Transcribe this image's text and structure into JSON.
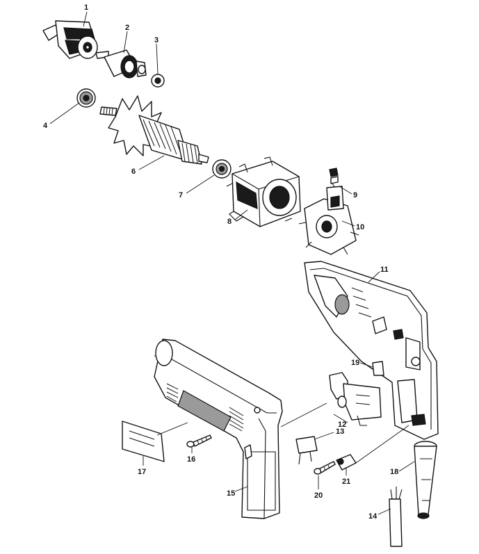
{
  "labels": {
    "p1": "1",
    "p2": "2",
    "p3": "3",
    "p4": "4",
    "p6": "6",
    "p7": "7",
    "p8": "8",
    "p9": "9",
    "p10": "10",
    "p11": "11",
    "p12": "12",
    "p13": "13",
    "p14": "14",
    "p15": "15",
    "p16": "16",
    "p17": "17",
    "p18": "18",
    "p19": "19",
    "p20": "20",
    "p21": "21"
  }
}
